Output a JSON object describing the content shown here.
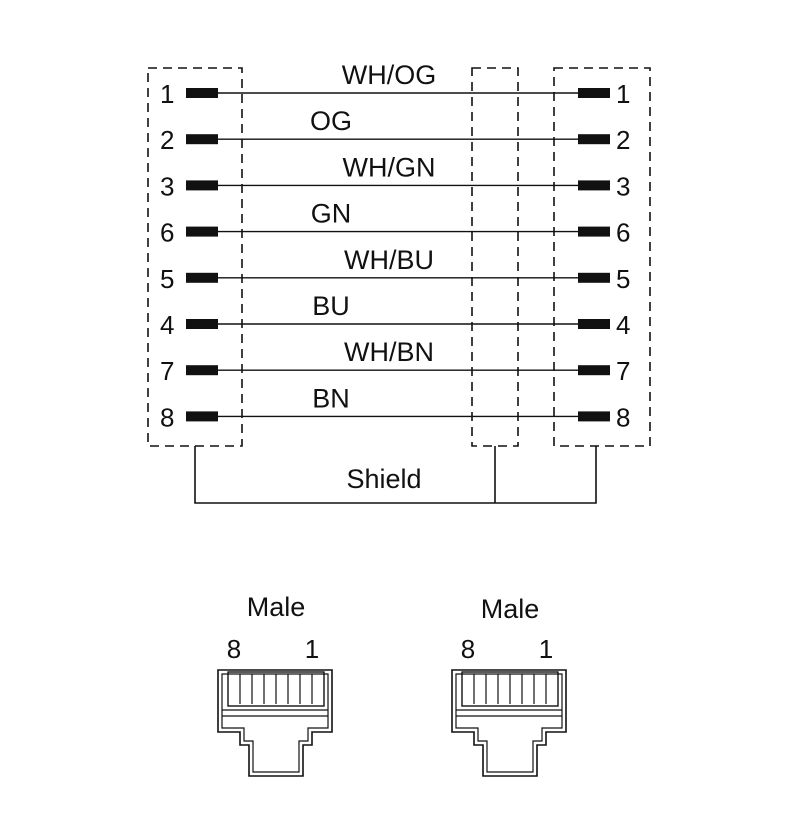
{
  "colors": {
    "ink": "#111111",
    "background": "#ffffff"
  },
  "left_pins": [
    "1",
    "2",
    "3",
    "6",
    "5",
    "4",
    "7",
    "8"
  ],
  "right_pins": [
    "1",
    "2",
    "3",
    "6",
    "5",
    "4",
    "7",
    "8"
  ],
  "wires": [
    "WH/OG",
    "OG",
    "WH/GN",
    "GN",
    "WH/BU",
    "BU",
    "WH/BN",
    "BN"
  ],
  "shield_label": "Shield",
  "connectors": [
    {
      "title": "Male",
      "pin_left": "8",
      "pin_right": "1"
    },
    {
      "title": "Male",
      "pin_left": "8",
      "pin_right": "1"
    }
  ]
}
